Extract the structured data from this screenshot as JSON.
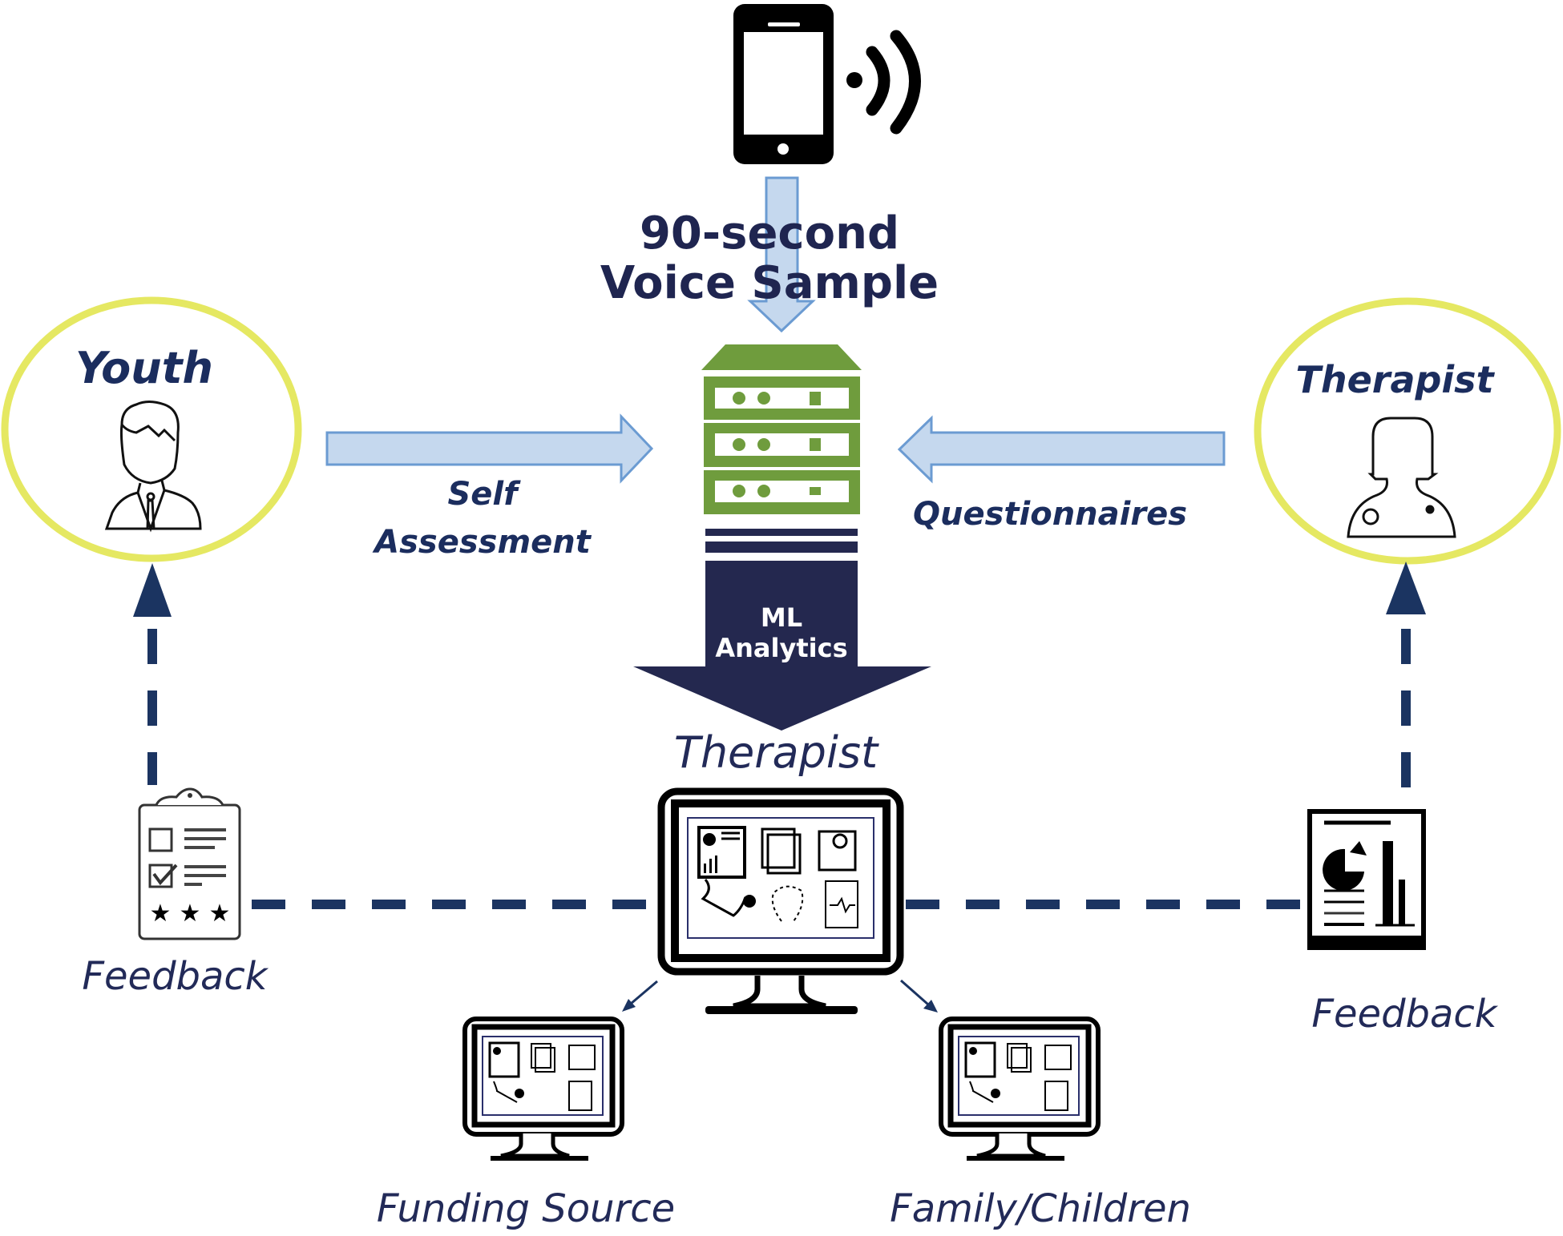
{
  "diagram": {
    "voice_sample": {
      "line1": "90-second",
      "line2": "Voice Sample",
      "icon": "smartphone-signal-icon"
    },
    "server": {
      "icon": "server-rack-icon",
      "analytics_line1": "ML",
      "analytics_line2": "Analytics"
    },
    "youth": {
      "label": "Youth",
      "icon": "youth-person-icon",
      "arrow_label_line1": "Self",
      "arrow_label_line2": "Assessment"
    },
    "therapist_input": {
      "label": "Therapist",
      "icon": "therapist-doctor-icon",
      "arrow_label": "Questionnaires"
    },
    "therapist_dashboard": {
      "label": "Therapist",
      "icon": "dashboard-monitor-icon"
    },
    "feedback_left": {
      "label": "Feedback",
      "icon": "clipboard-rating-icon"
    },
    "feedback_right": {
      "label": "Feedback",
      "icon": "report-chart-icon"
    },
    "outputs": [
      {
        "label": "Funding Source",
        "icon": "dashboard-monitor-icon"
      },
      {
        "label": "Family/Children",
        "icon": "dashboard-monitor-icon"
      }
    ]
  },
  "colors": {
    "navy": "#1f2550",
    "dash_blue": "#1b3461",
    "light_arrow_fill": "#c5d8ee",
    "light_arrow_stroke": "#6b9bd2",
    "server_green": "#6f9c3d",
    "ellipse_yellow": "#e5e862"
  }
}
